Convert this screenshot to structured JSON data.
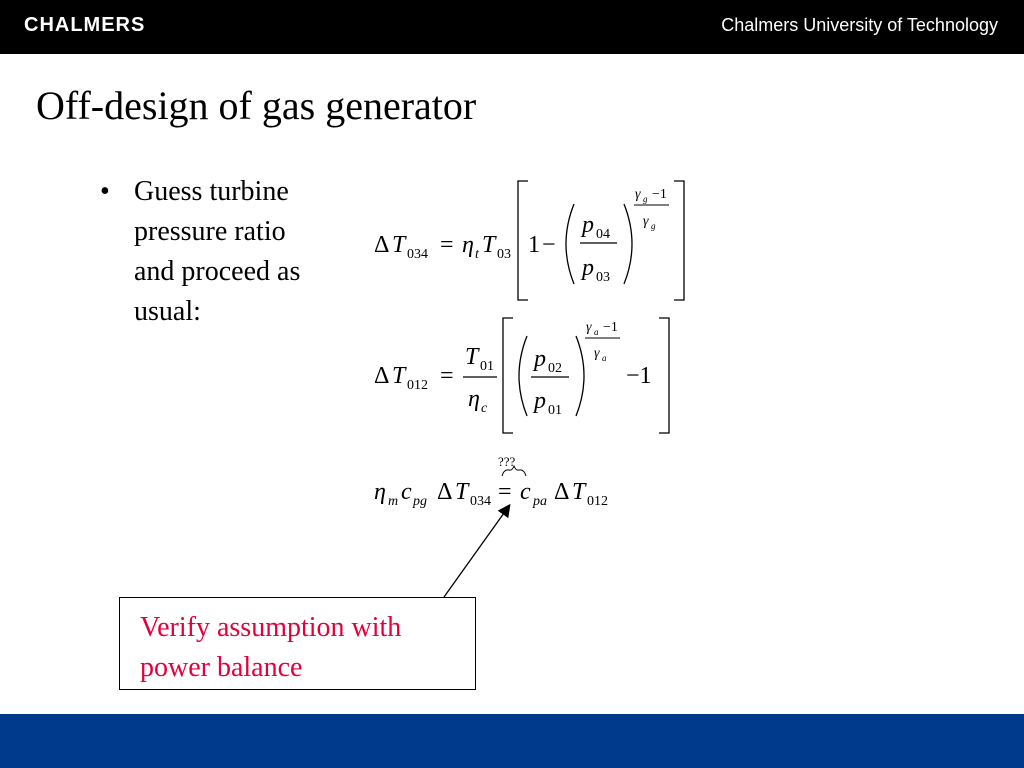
{
  "header": {
    "logo_text": "CHALMERS",
    "university": "Chalmers University of Technology",
    "bar_color": "#000000"
  },
  "slide": {
    "title": "Off-design of gas generator",
    "bullets": [
      {
        "lines": [
          "Guess turbine",
          "pressure ratio",
          "and proceed as",
          "usual:"
        ]
      }
    ]
  },
  "equations": {
    "eq1": {
      "delta": "Δ",
      "T": "T",
      "T_sub": "034",
      "equals": "=",
      "eta": "η",
      "eta_sub": "t",
      "T2": "T",
      "T2_sub": "03",
      "one": "1",
      "minus": "−",
      "p_num": "p",
      "p_num_sub": "04",
      "p_den": "p",
      "p_den_sub": "03",
      "gamma": "γ",
      "gamma_sub": "g",
      "exp_minus_one": "−1"
    },
    "eq2": {
      "delta": "Δ",
      "T": "T",
      "T_sub": "012",
      "equals": "=",
      "T_num": "T",
      "T_num_sub": "01",
      "eta": "η",
      "eta_sub": "c",
      "p_num": "p",
      "p_num_sub": "02",
      "p_den": "p",
      "p_den_sub": "01",
      "gamma": "γ",
      "gamma_sub": "a",
      "exp_minus_one": "−1",
      "minus_one": "−1"
    },
    "eq3": {
      "eta": "η",
      "eta_sub": "m",
      "c": "c",
      "c_sub": "pg",
      "delta": "Δ",
      "T": "T",
      "T_sub": "034",
      "equals": "=",
      "question": "???",
      "c2": "c",
      "c2_sub": "pa",
      "delta2": "Δ",
      "T2": "T",
      "T2_sub": "012"
    }
  },
  "callout": {
    "lines": [
      "Verify assumption with",
      "power balance"
    ],
    "text_color": "#e4003b"
  },
  "footer": {
    "bar_color": "#003a8c"
  }
}
